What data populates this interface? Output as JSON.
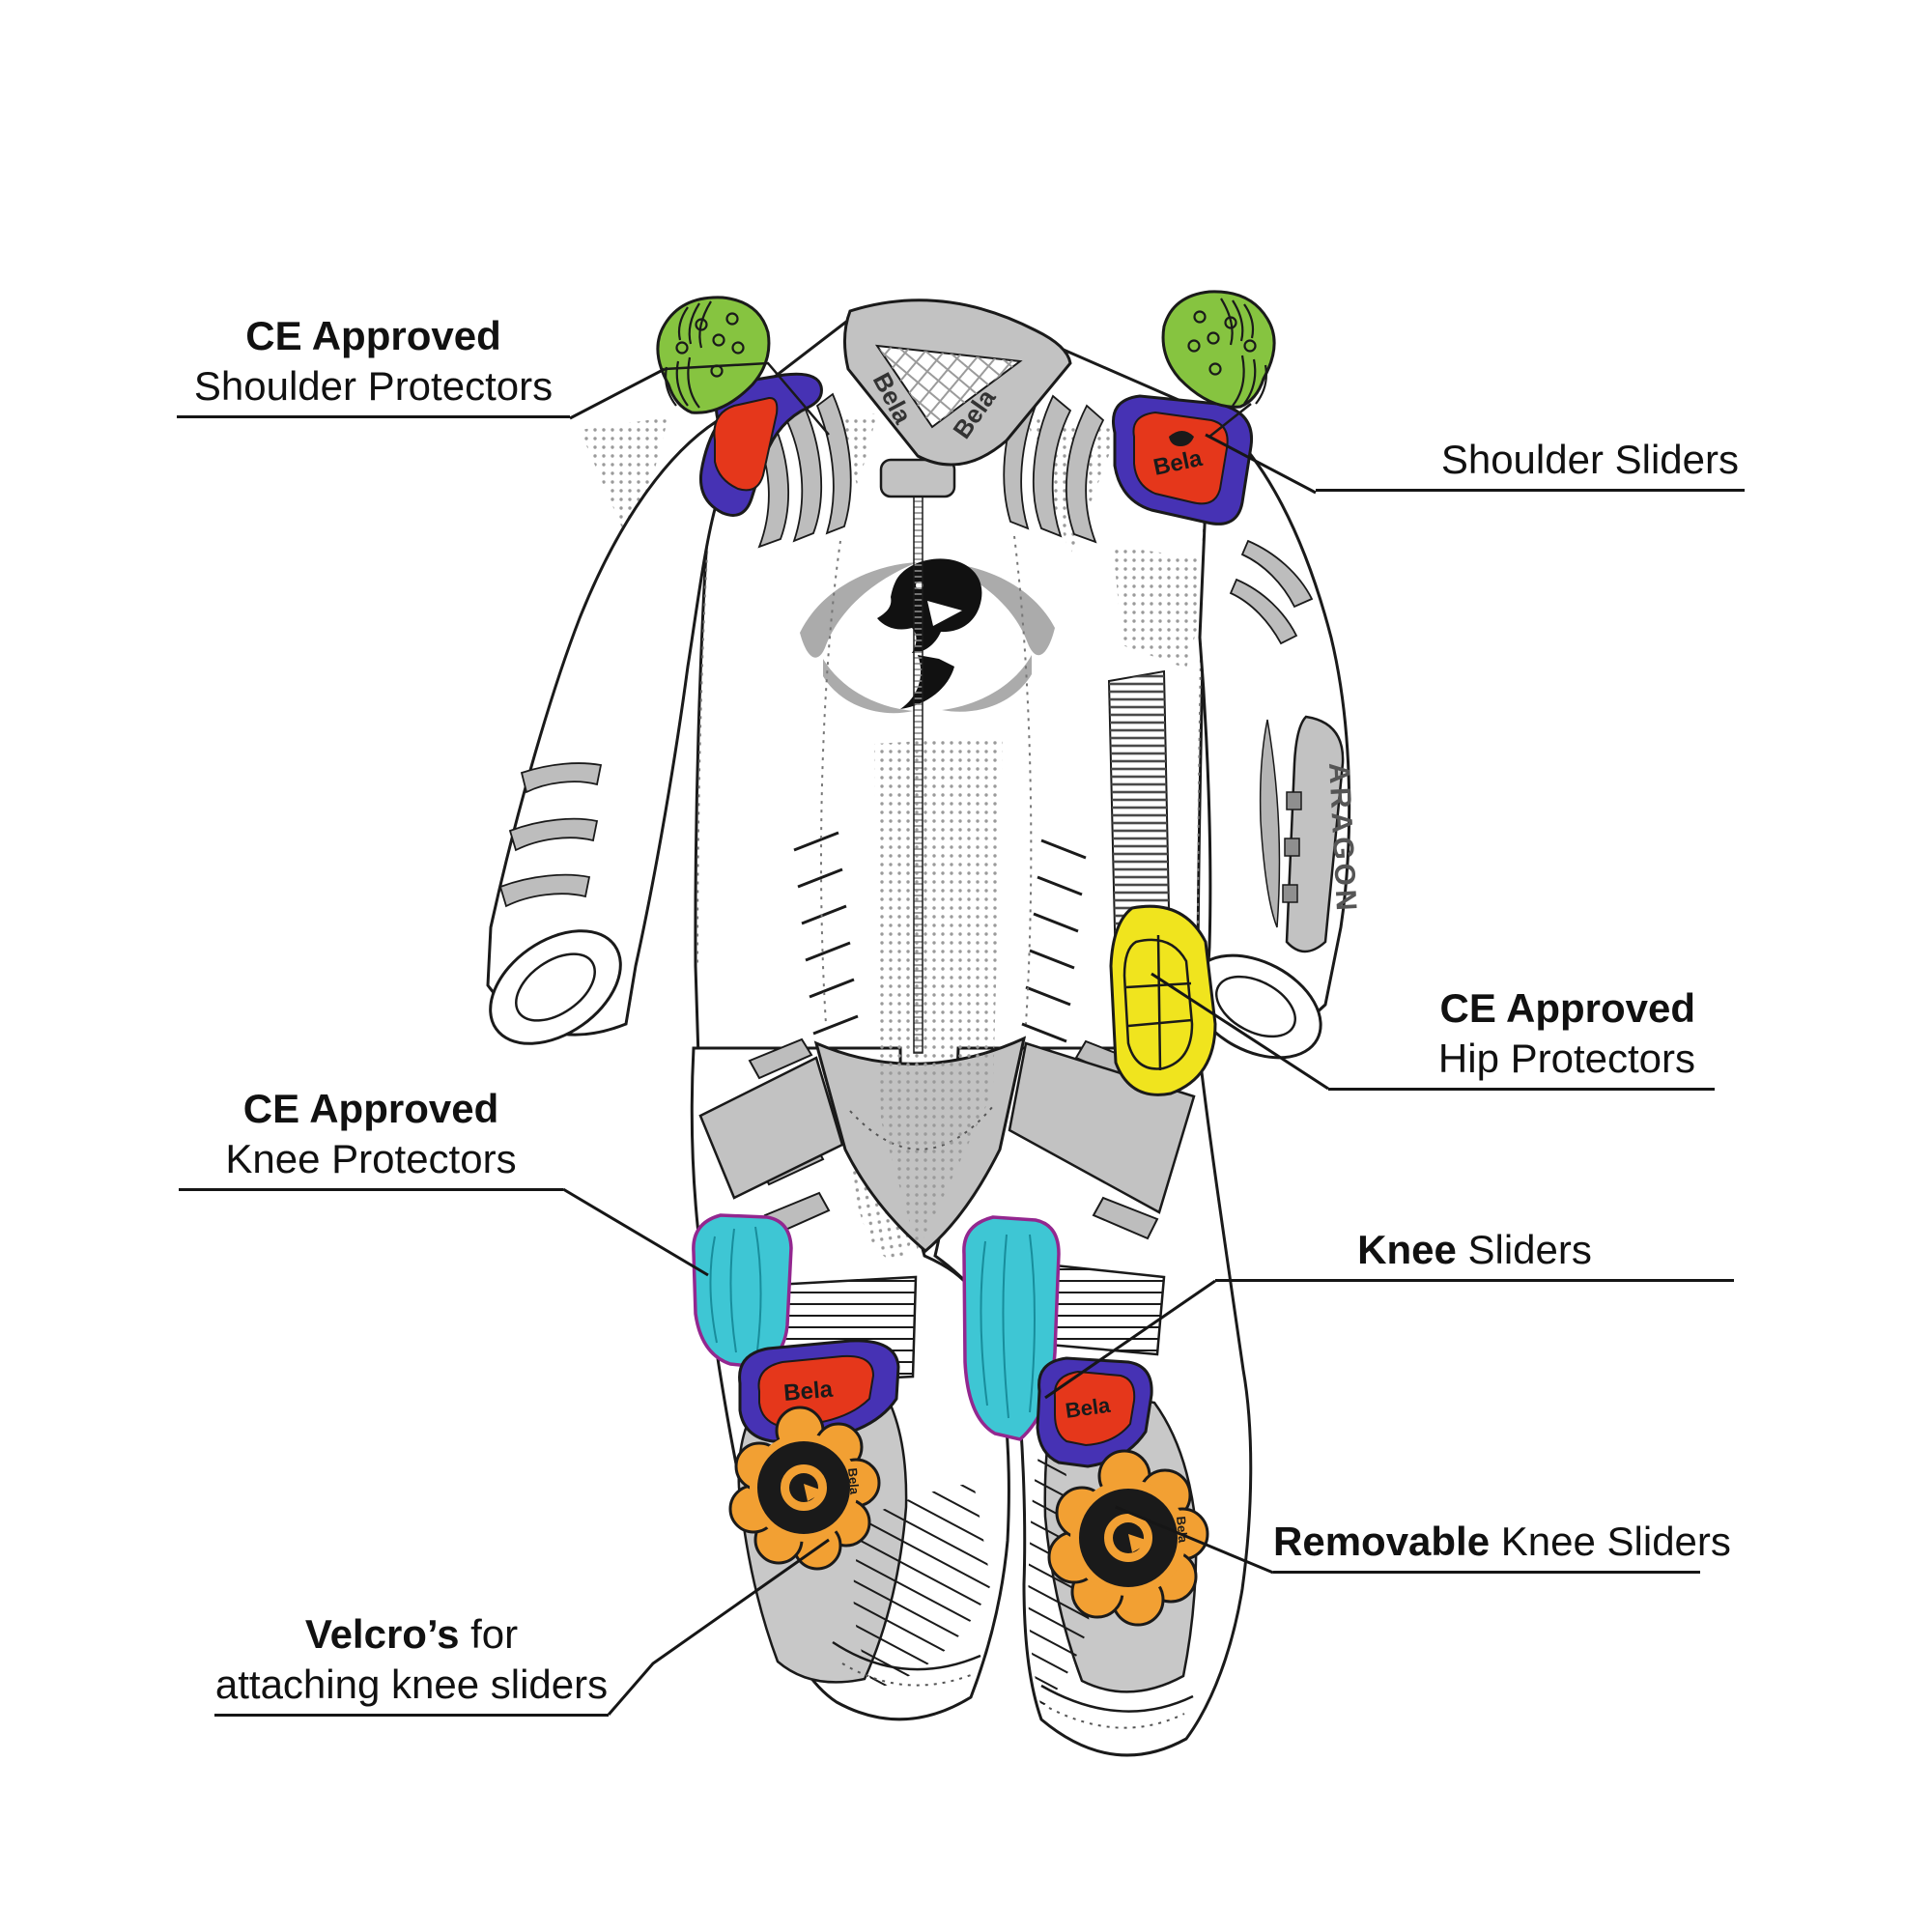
{
  "page": {
    "description": "Annotated infographic of a one-piece motorcycle racing suit (front view) with safety feature callouts"
  },
  "labels": {
    "shoulder_protectors": {
      "bold": "CE Approved",
      "rest": "Shoulder Protectors"
    },
    "shoulder_sliders": {
      "bold": "",
      "rest": "Shoulder Sliders"
    },
    "hip_protectors": {
      "bold": "CE Approved",
      "rest": "Hip Protectors"
    },
    "knee_protectors": {
      "bold": "CE Approved",
      "rest": "Knee Protectors"
    },
    "knee_sliders": {
      "bold": "Knee",
      "rest": " Sliders"
    },
    "removable_knee_sliders": {
      "bold": "Removable",
      "rest": " Knee Sliders"
    },
    "velcros": {
      "bold": "Velcro’s",
      "rest": " for",
      "line2": "attaching knee sliders"
    }
  },
  "suit_text": {
    "collar_brand_left": "Bela",
    "collar_brand_right": "Bela",
    "shoulder_patch_brand": "Bela",
    "knee_patch_brand_left": "Bela",
    "knee_patch_brand_right": "Bela",
    "flower_brand_left": "Bela",
    "flower_brand_right": "Bela",
    "forearm_panel_brand": "ARAGON"
  },
  "colors": {
    "outline": "#1a1a1a",
    "shoulder_protector_green": "#86c440",
    "slider_blue": "#4632b4",
    "patch_red": "#e5371b",
    "hip_protector_yellow": "#f0e41e",
    "knee_protector_cyan": "#3ec6d4",
    "knee_protector_trim_magenta": "#93278f",
    "removable_slider_orange": "#f2a033",
    "panel_gray": "#c2c2c2"
  }
}
